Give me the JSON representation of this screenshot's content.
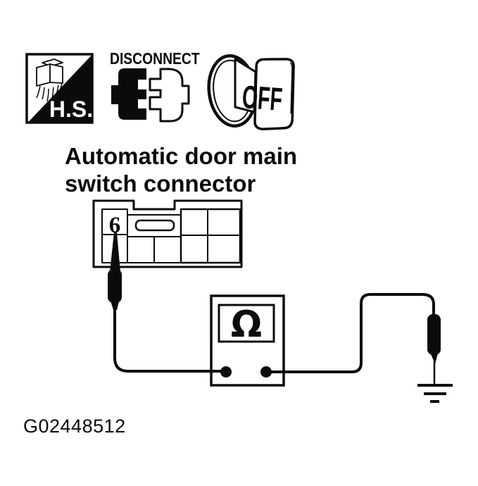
{
  "page": {
    "background_color": "#ffffff",
    "ink_color": "#0b0b0b"
  },
  "header_icons": {
    "hs_badge_label": "H.S.",
    "disconnect_label": "DISCONNECT",
    "key_off_label": "OFF"
  },
  "caption": {
    "line1": "Automatic door main",
    "line2": "switch connector"
  },
  "connector": {
    "pin_label": "6"
  },
  "meter": {
    "symbol": "Ω"
  },
  "figure_id": "G02448512"
}
